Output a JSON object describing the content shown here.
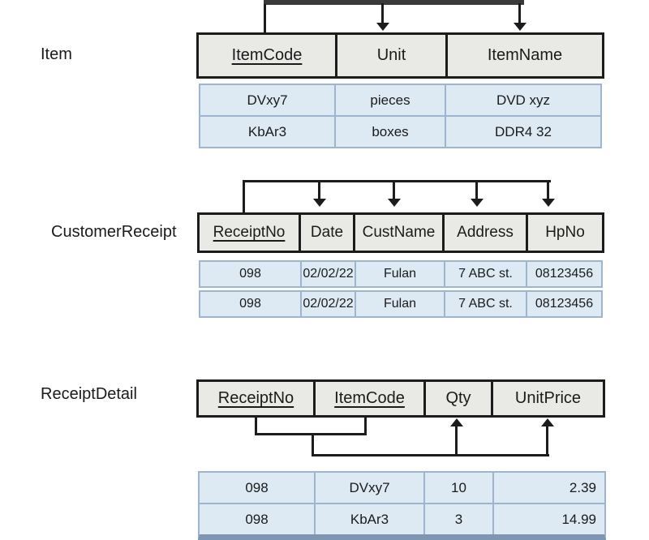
{
  "tables": {
    "item": {
      "label": "Item",
      "columns": [
        "ItemCode",
        "Unit",
        "ItemName"
      ],
      "rows": [
        [
          "DVxy7",
          "pieces",
          "DVD xyz"
        ],
        [
          "KbAr3",
          "boxes",
          "DDR4 32"
        ]
      ]
    },
    "customer_receipt": {
      "label": "CustomerReceipt",
      "columns": [
        "ReceiptNo",
        "Date",
        "CustName",
        "Address",
        "HpNo"
      ],
      "rows": [
        [
          "098",
          "02/02/22",
          "Fulan",
          "7 ABC st.",
          "08123456"
        ],
        [
          "098",
          "02/02/22",
          "Fulan",
          "7 ABC st.",
          "08123456"
        ]
      ]
    },
    "receipt_detail": {
      "label": "ReceiptDetail",
      "columns": [
        "ReceiptNo",
        "ItemCode",
        "Qty",
        "UnitPrice"
      ],
      "rows": [
        [
          "098",
          "DVxy7",
          "10",
          "2.39"
        ],
        [
          "098",
          "KbAr3",
          "3",
          "14.99"
        ]
      ]
    }
  },
  "colors": {
    "header_fill": "#e9e9e5",
    "header_border": "#1c1c1c",
    "data_fill": "#dde9f3",
    "data_border": "#9fb5cf",
    "thick_bottom_border": "#7e96b1",
    "top_bar": "#3a3a3a",
    "line": "#1c1c1c",
    "text": "#1b1b1b"
  }
}
